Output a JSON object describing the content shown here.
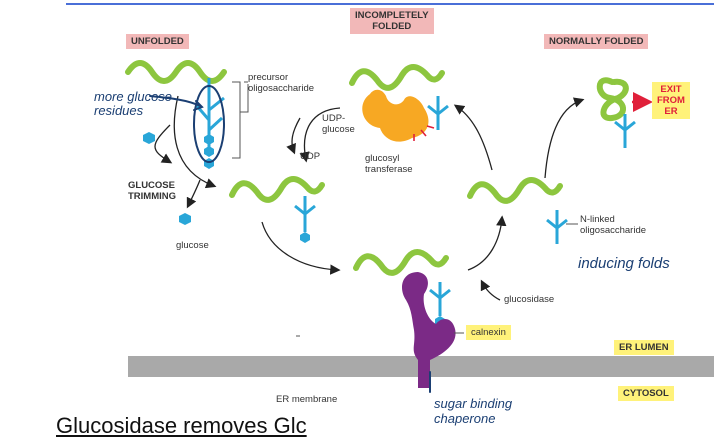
{
  "states": {
    "unfolded": "UNFOLDED",
    "incompletely_folded": "INCOMPLETELY\nFOLDED",
    "normally_folded": "NORMALLY FOLDED"
  },
  "labels": {
    "precursor": "precursor\noligosaccharide",
    "udp_glucose": "UDP-\nglucose",
    "udp": "UDP",
    "glucosyl_transferase": "glucosyl\ntransferase",
    "glucose_trimming": "GLUCOSE\nTRIMMING",
    "glucose": "glucose",
    "n_linked": "N-linked\noligosaccharide",
    "glucosidase": "glucosidase",
    "calnexin": "calnexin",
    "er_lumen": "ER LUMEN",
    "cytosol": "CYTOSOL",
    "er_membrane": "ER membrane",
    "exit": "EXIT\nFROM\nER"
  },
  "handwritten": {
    "more_glucose": "more glucose\nresidues",
    "inducing_folds": "inducing folds",
    "sugar_binding": "sugar binding\nchaperone"
  },
  "caption": "Glucosidase removes Glc",
  "colors": {
    "protein": "#8dc63f",
    "sugar": "#29a6d8",
    "transferase": "#f7a823",
    "calnexin": "#7b2a86",
    "ink": "#1b3f73",
    "tag_pink": "#f2b8b8",
    "tag_yellow": "#fff27a",
    "rule": "#4a6fd8"
  }
}
